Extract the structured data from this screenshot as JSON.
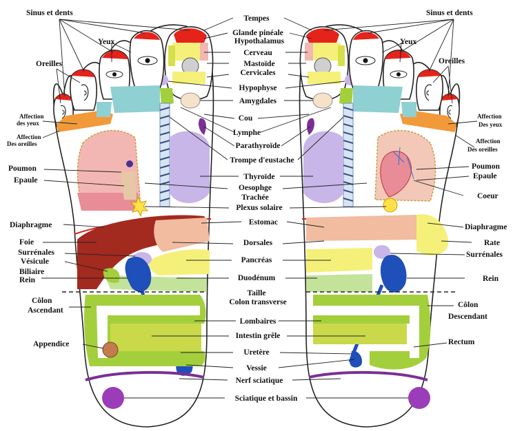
{
  "colors": {
    "background": "#ffffff",
    "outline": "#222222",
    "red_tip": "#e5231b",
    "orange": "#f29a3a",
    "teal": "#8fd0d2",
    "yellow": "#f5f07a",
    "pink": "#f3b7b3",
    "lavender": "#c8b6e8",
    "purple": "#7a2f96",
    "dark_red": "#a32a1f",
    "salmon": "#f1bca0",
    "lime": "#c9d94a",
    "green": "#a4cf3c",
    "olive": "#b3c84a",
    "blue": "#1f4fb8",
    "spine_blue": "#6b8fbf"
  },
  "labels": {
    "center": {
      "tempes": "Tempes",
      "glande_pineale": "Glande pinéale",
      "hypothalamus": "Hypothalamus",
      "cerveau": "Cerveau",
      "mastoide": "Mastoïde",
      "cervicales": "Cervicales",
      "hypophyse": "Hypophyse",
      "amygdales": "Amygdales",
      "cou": "Cou",
      "lymphe": "Lymphe",
      "parathyroide": "Parathyroïde",
      "trompe": "Trompe d'eustache",
      "thyroide": "Thyroïde",
      "oesophage": "Oesophge",
      "trachee": "Trachée",
      "plexus": "Plexus solaire",
      "estomac": "Estomac",
      "dorsales": "Dorsales",
      "pancreas": "Pancréas",
      "duodenum": "Duodénum",
      "taille": "Taille",
      "colon_transverse": "Colon transverse",
      "lombaires": "Lombaires",
      "intestin": "Intestin grêle",
      "uretere": "Uretère",
      "vessie": "Vessie",
      "nerf": "Nerf sciatique",
      "sciatique": "Sciatique et bassin"
    },
    "left": {
      "sinus": "Sinus et dents",
      "yeux": "Yeux",
      "oreilles": "Oreilles",
      "affection_yeux_1": "Affection",
      "affection_yeux_2": "des yeux",
      "affection_oreilles_1": "Affection",
      "affection_oreilles_2": "Des oreilles",
      "poumon": "Poumon",
      "epaule": "Epaule",
      "diaphragme": "Diaphragme",
      "foie": "Foie",
      "surrenales": "Surrénales",
      "vesicule": "Vésicule",
      "biliaire": "Biliaire",
      "rein": "Rein",
      "colon": "Côlon",
      "ascendant": "Ascendant",
      "appendice": "Appendice"
    },
    "right": {
      "sinus": "Sinus et dents",
      "yeux": "Yeux",
      "oreilles": "Oreilles",
      "affection_yeux_1": "Affection",
      "affection_yeux_2": "Des yeux",
      "affection_oreilles_1": "Affection",
      "affection_oreilles_2": "Des oreilles",
      "poumon": "Poumon",
      "epaule": "Epaule",
      "coeur": "Coeur",
      "diaphragme": "Diaphragme",
      "rate": "Rate",
      "surrenales": "Surrénales",
      "rein": "Rein",
      "colon": "Côlon",
      "descendant": "Descendant",
      "rectum": "Rectum"
    }
  }
}
